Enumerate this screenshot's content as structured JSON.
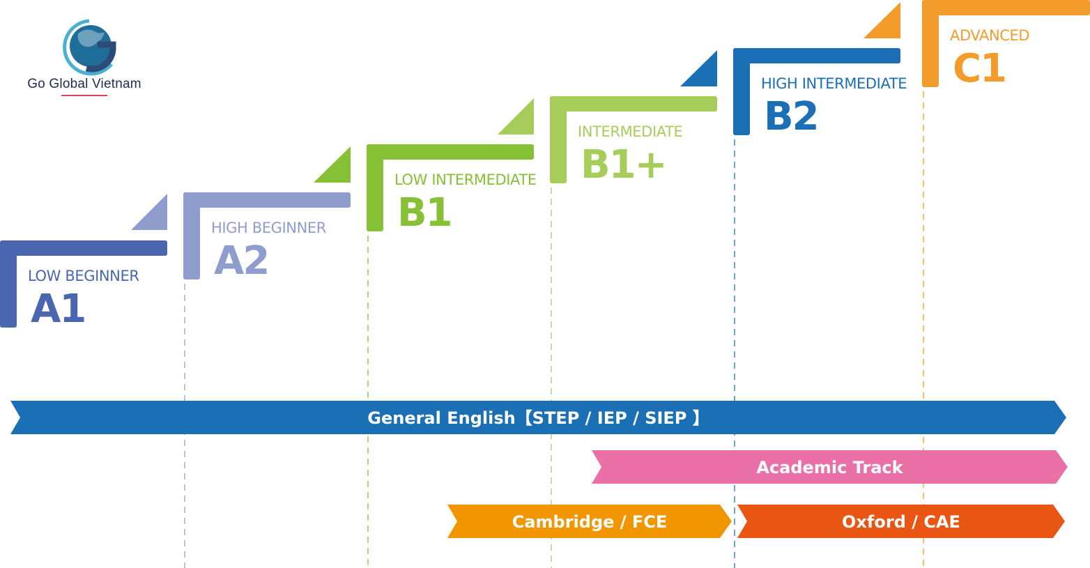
{
  "logo": {
    "name": "Go Global Vietnam",
    "icon": "globe-g-icon",
    "colors": {
      "globe": "#1f6e9a",
      "swoosh": "#4ab0d0",
      "g": "#2d4b78",
      "underline": "#e0434e"
    }
  },
  "levels": [
    {
      "code": "A1",
      "name": "LOW BEGINNER",
      "color": "#4a66af"
    },
    {
      "code": "A2",
      "name": "HIGH BEGINNER",
      "color": "#8e9dcd"
    },
    {
      "code": "B1",
      "name": "LOW INTERMEDIATE",
      "color": "#86c034"
    },
    {
      "code": "B1+",
      "name": "INTERMEDIATE",
      "color": "#a6cd5a"
    },
    {
      "code": "B2",
      "name": "HIGH INTERMEDIATE",
      "color": "#1b6fb4"
    },
    {
      "code": "C1",
      "name": "ADVANCED",
      "color": "#f39c2c"
    }
  ],
  "tracks": [
    {
      "label": "General English【STEP / IEP / SIEP 】",
      "color": "#1b6fb4",
      "from_level": "A1",
      "to_level": "C1"
    },
    {
      "label": "Academic Track",
      "color": "#ea70a7",
      "from_level": "B1+",
      "to_level": "C1"
    },
    {
      "label": "Cambridge / FCE",
      "color": "#f29600",
      "from_level": "B1",
      "to_level": "B2"
    },
    {
      "label": "Oxford / CAE",
      "color": "#e95513",
      "from_level": "B2",
      "to_level": "C1"
    }
  ]
}
